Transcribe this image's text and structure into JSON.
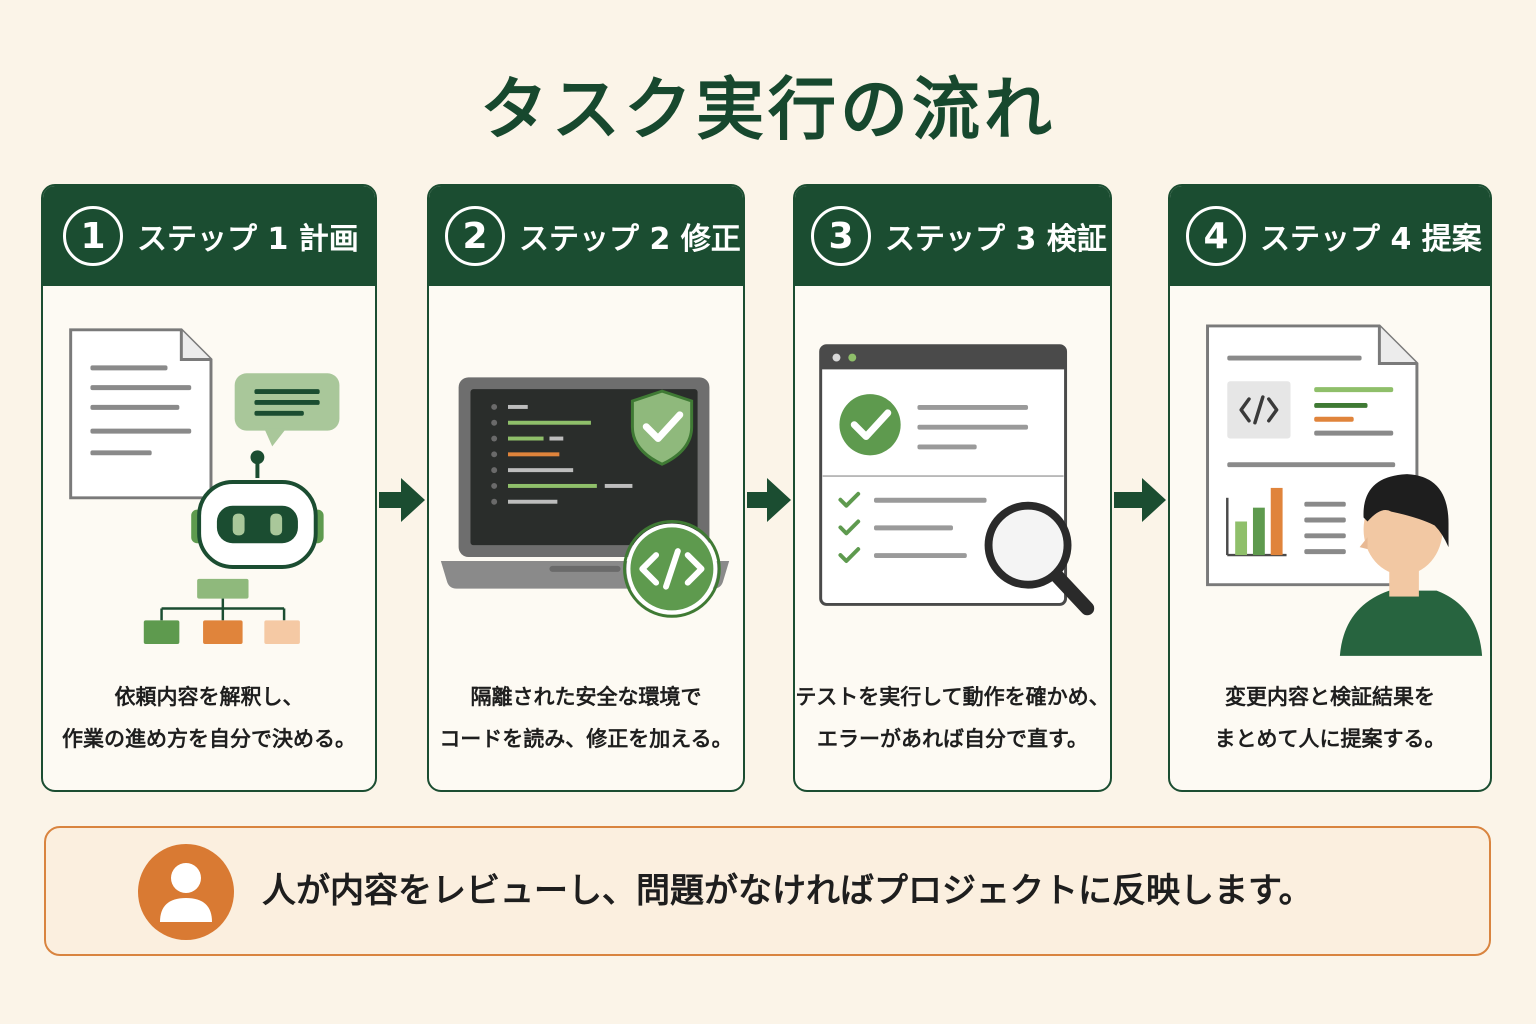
{
  "title": "タスク実行の流れ",
  "steps": [
    {
      "number": "1",
      "label": "ステップ 1 計画",
      "icons": [
        "document-icon",
        "chat-bubble-icon",
        "robot-icon",
        "hierarchy-icon"
      ],
      "description": [
        "依頼内容を解釈し、",
        "作業の進め方を自分で決める。"
      ]
    },
    {
      "number": "2",
      "label": "ステップ 2 修正",
      "icons": [
        "laptop-icon",
        "shield-check-icon",
        "code-icon"
      ],
      "description": [
        "隔離された安全な環境で",
        "コードを読み、修正を加える。"
      ]
    },
    {
      "number": "3",
      "label": "ステップ 3 検証",
      "icons": [
        "browser-window-icon",
        "check-circle-icon",
        "checklist-icon",
        "magnifier-icon"
      ],
      "description": [
        "テストを実行して動作を確かめ、",
        "エラーがあれば自分で直す。"
      ]
    },
    {
      "number": "4",
      "label": "ステップ 4 提案",
      "icons": [
        "report-document-icon",
        "code-icon",
        "bar-chart-icon",
        "person-icon"
      ],
      "description": [
        "変更内容と検証結果を",
        "まとめて人に提案する。"
      ]
    }
  ],
  "connector_icon": "arrow-right-icon",
  "banner": {
    "icon": "user-icon",
    "text": "人が内容をレビューし、問題がなければプロジェクトに反映します。"
  },
  "colors": {
    "background": "#fbf4e8",
    "dark_green": "#1b4d31",
    "green": "#5e9a4e",
    "light_green": "#a9c79a",
    "orange": "#e0843b",
    "light_orange": "#f5c9a4",
    "banner_border": "#d9843f"
  }
}
